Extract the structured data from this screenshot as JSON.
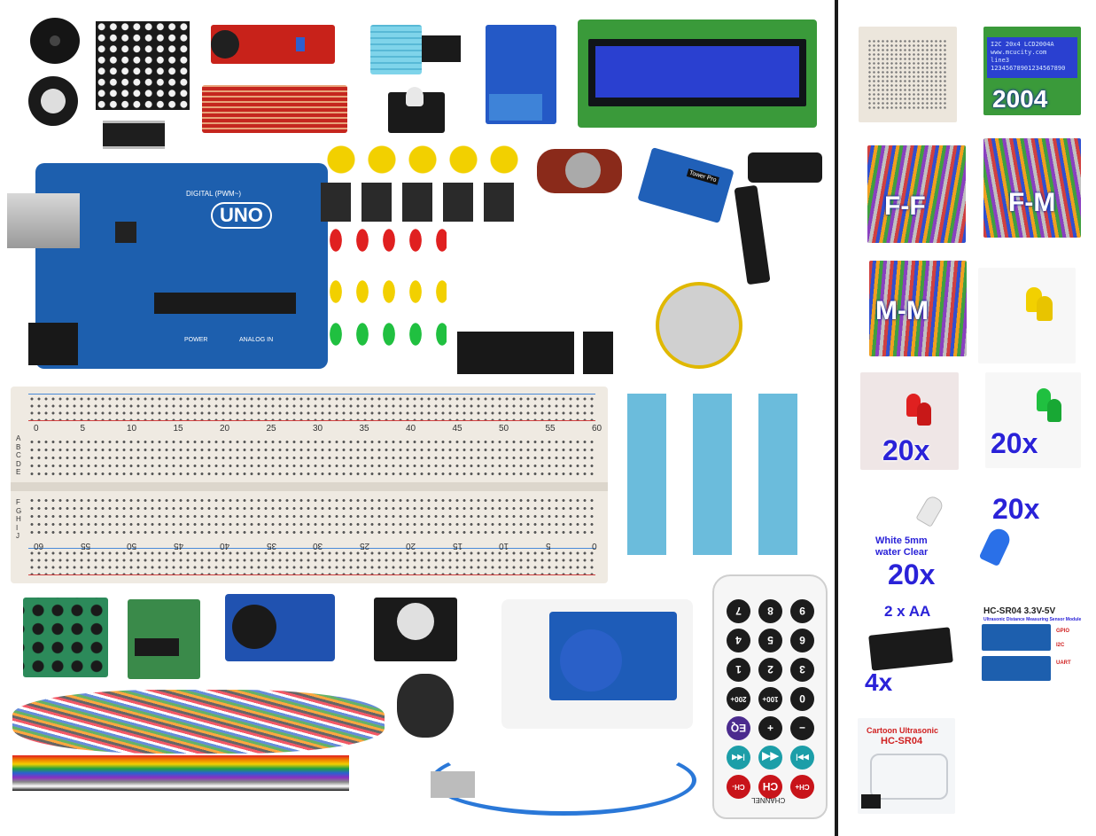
{
  "main_photo": {
    "board_labels": {
      "uno": "UNO",
      "digital": "DIGITAL (PWM~)",
      "power": "POWER",
      "analog": "ANALOG IN"
    },
    "servo_label": "Tower Pro",
    "breadboard": {
      "top_numbers": [
        "0",
        "5",
        "10",
        "15",
        "20",
        "25",
        "30",
        "35",
        "40",
        "45",
        "50",
        "55",
        "60"
      ],
      "bottom_numbers": [
        "60",
        "55",
        "50",
        "45",
        "40",
        "35",
        "30",
        "25",
        "20",
        "15",
        "10",
        "5",
        "0"
      ],
      "rows_left_top": [
        "A",
        "B",
        "C",
        "D",
        "E"
      ],
      "rows_left_bottom": [
        "F",
        "G",
        "H",
        "I",
        "J"
      ]
    },
    "remote_buttons": [
      "7",
      "8",
      "9",
      "4",
      "5",
      "6",
      "1",
      "2",
      "3",
      "200+",
      "100+",
      "0",
      "EQ",
      "+",
      "−",
      "|◀◀",
      "◀◀",
      "▶▶|",
      "CH-",
      "CH",
      "CH+"
    ],
    "remote_footer": "CHANNEL"
  },
  "side_panel": {
    "lcd_tile": {
      "label": "2004",
      "screen_lines": [
        "I2C 20x4 LCD2004A",
        "www.mcucity.com",
        "line3",
        "12345678901234567890"
      ]
    },
    "ff_label": "F-F",
    "fm_label": "F-M",
    "mm_label": "M-M",
    "red_led_label": "20x",
    "green_led_label": "20x",
    "white_led": {
      "caption_line1": "White 5mm",
      "caption_line2": "water Clear",
      "count": "20x"
    },
    "blue_led_label": "20x",
    "battery": {
      "title": "2 x AA",
      "count": "4x"
    },
    "ultrasonic": {
      "title": "HC-SR04  3.3V-5V",
      "subtitle": "Ultrasonic Distance Measuring Sensor Module",
      "gpio": "GPIO",
      "i2c": "I2C",
      "uart": "UART"
    },
    "cartoon": {
      "line1": "Cartoon Ultrasonic",
      "line2": "HC-SR04"
    }
  },
  "colors": {
    "label_blue": "#2a22d8",
    "pcb_blue": "#1d5fae",
    "lcd_blue": "#2a40d0",
    "lcd_green": "#3a9a3a",
    "led_red": "#e02020",
    "led_yellow": "#f2d000",
    "led_green": "#20c040",
    "led_blue": "#2a70e8",
    "relay_blue": "#2459c6",
    "remote_red": "#c8141a"
  }
}
